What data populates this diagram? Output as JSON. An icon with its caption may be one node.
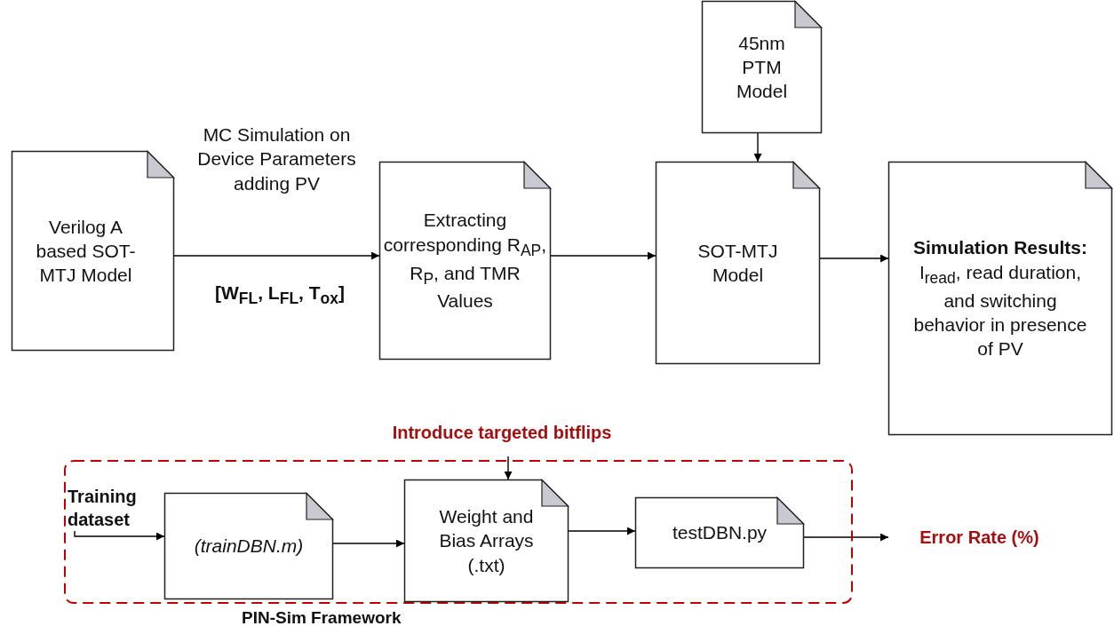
{
  "diagram": {
    "nodes": [
      {
        "text": [
          "Verilog A based SOT-MTJ Model"
        ]
      },
      {
        "text": [
          "Extracting corresponding R$_{AP}$, R$_{P}$, and TMR Values"
        ]
      },
      {
        "text": [
          "45nm PTM Model"
        ]
      },
      {
        "text": [
          "SOT-MTJ Model"
        ]
      },
      {
        "text": [
          "Simulation Results:",
          "I$_{read}$, read duration, and switching behavior in presence of PV"
        ]
      },
      {
        "text": [
          "Introduce targeted bitflips"
        ]
      },
      {
        "text": [
          "PIN-Sim Framework"
        ]
      },
      {
        "text": [
          "Training dataset"
        ],
        "in": 6
      },
      {
        "text": [
          "(trainDBN.m)"
        ],
        "in": 6
      },
      {
        "text": [
          "Weight and Bias Arrays (.txt)"
        ],
        "in": 6
      },
      {
        "text": [
          "testDBN.py"
        ],
        "in": 6
      },
      {
        "text": [
          "Error Rate (%)"
        ]
      }
    ],
    "edges": [
      {
        "from": 0,
        "to": 1,
        "arrow": "to",
        "label": "MC Simulation on Device Parameters adding PV"
      },
      {
        "from": 1,
        "to": 3,
        "arrow": "to"
      },
      {
        "from": 2,
        "to": 3,
        "arrow": "to"
      },
      {
        "from": 3,
        "to": 4,
        "arrow": "to"
      },
      {
        "from": 5,
        "to": 9,
        "arrow": "to"
      },
      {
        "from": 7,
        "to": 8,
        "arrow": "to"
      },
      {
        "from": 8,
        "to": 9,
        "arrow": "to"
      },
      {
        "from": 9,
        "to": 10,
        "arrow": "to"
      },
      {
        "from": 10,
        "to": 11,
        "arrow": "to"
      }
    ],
    "labels": [
      "[W$_{FL}$, L$_{FL}$, T$_{ox}$]"
    ]
  }
}
